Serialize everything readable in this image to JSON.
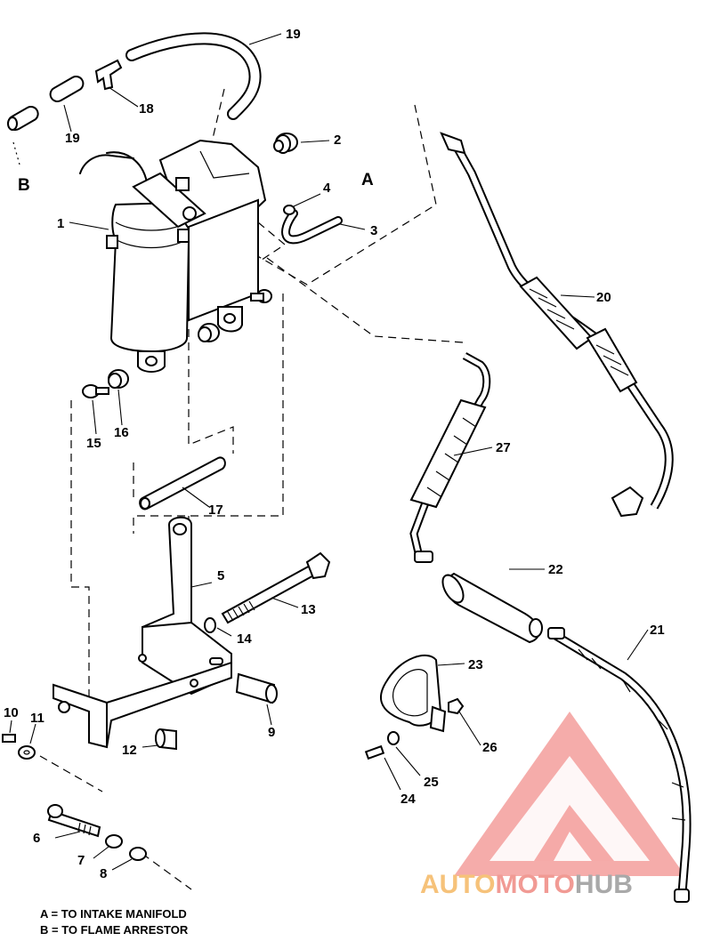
{
  "legend": {
    "line_a": "A = TO INTAKE MANIFOLD",
    "line_b": "B = TO FLAME ARRESTOR"
  },
  "letters": {
    "a": "A",
    "b": "B"
  },
  "callouts": {
    "c1": "1",
    "c2": "2",
    "c3": "3",
    "c4": "4",
    "c5": "5",
    "c6": "6",
    "c7": "7",
    "c8": "8",
    "c9": "9",
    "c10": "10",
    "c11": "11",
    "c12": "12",
    "c13": "13",
    "c14": "14",
    "c15": "15",
    "c16": "16",
    "c17": "17",
    "c18": "18",
    "c19a": "19",
    "c19b": "19",
    "c20": "20",
    "c21": "21",
    "c22": "22",
    "c23": "23",
    "c24": "24",
    "c25": "25",
    "c26": "26",
    "c27": "27"
  },
  "watermark": {
    "part_auto": "AUTO",
    "part_moto": "MOTO",
    "part_hub": "HUB",
    "color_auto": "#f6c27a",
    "color_moto": "#f19a94",
    "color_hub": "#a9a9a9",
    "logo_color": "#f2908d"
  }
}
